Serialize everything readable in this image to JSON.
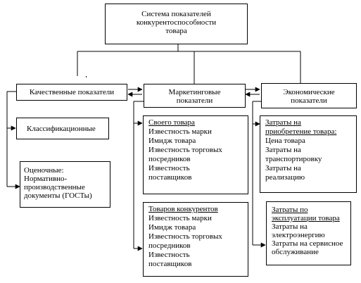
{
  "root": {
    "lines": [
      "Система показателей",
      "конкурентоспособности",
      "товара"
    ]
  },
  "quality": {
    "title": "Качественные  показатели",
    "classification": "Классификационные",
    "assessment": [
      "Оценочные:",
      "Нормативно-",
      "производственные",
      "документы (ГОСТы)"
    ]
  },
  "marketing": {
    "title": [
      "Маркетинговые",
      "показатели"
    ],
    "own": {
      "heading": "Своего товара",
      "items": [
        "Известность марки",
        "Имидж товара",
        "Известность торговых",
        "посредников",
        "Известность",
        "поставщиков"
      ]
    },
    "competitors": {
      "heading": "Товаров конкурентов",
      "items": [
        "Известность марки",
        "Имидж товара",
        "Известность торговых",
        "посредников",
        "Известность",
        "поставщиков"
      ]
    }
  },
  "economic": {
    "title": [
      "Экономические",
      "показатели"
    ],
    "acquisition": {
      "heading": [
        "Затраты на",
        "приобретение  товара:"
      ],
      "items": [
        "Цена товара",
        "Затраты на",
        "транспортировку",
        "Затраты на",
        "реализацию"
      ]
    },
    "operation": {
      "heading": [
        "Затраты по",
        "эксплуатации  товара"
      ],
      "items": [
        "Затраты на",
        "электроэнергию",
        "Затраты на сервисное",
        "обслуживание"
      ]
    }
  }
}
